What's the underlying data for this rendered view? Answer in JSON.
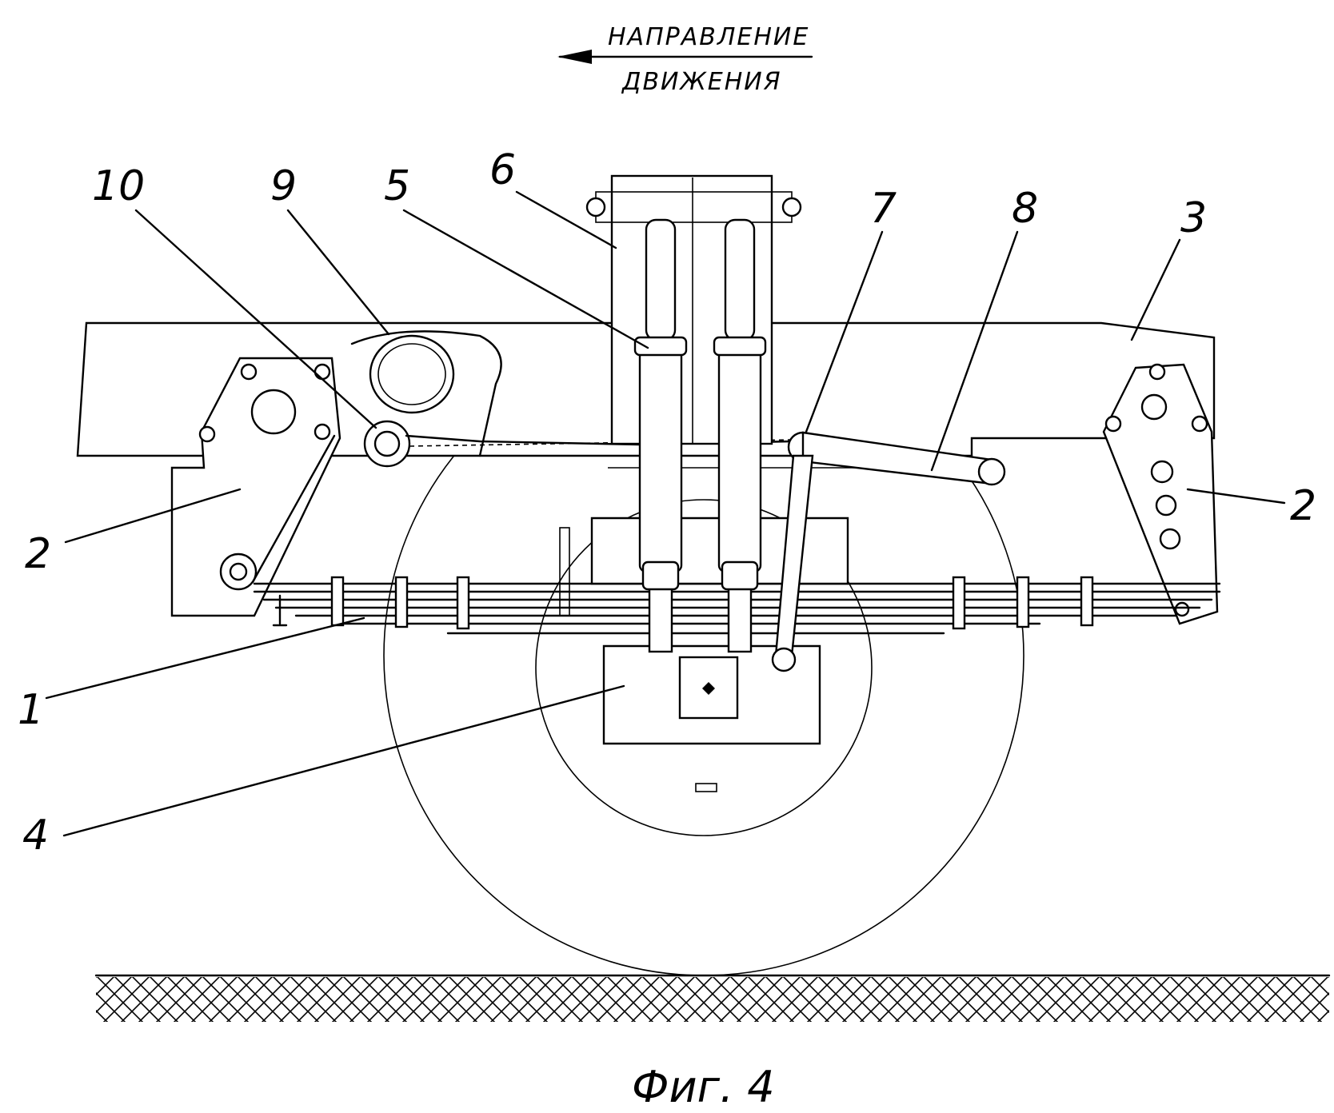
{
  "direction": {
    "line1": "НАПРАВЛЕНИЕ",
    "line2": "ДВИЖЕНИЯ"
  },
  "labels": {
    "l1": "1",
    "l2a": "2",
    "l2b": "2",
    "l3": "3",
    "l4": "4",
    "l5": "5",
    "l6": "6",
    "l7": "7",
    "l8": "8",
    "l9": "9",
    "l10": "10"
  },
  "caption": "Фиг. 4"
}
